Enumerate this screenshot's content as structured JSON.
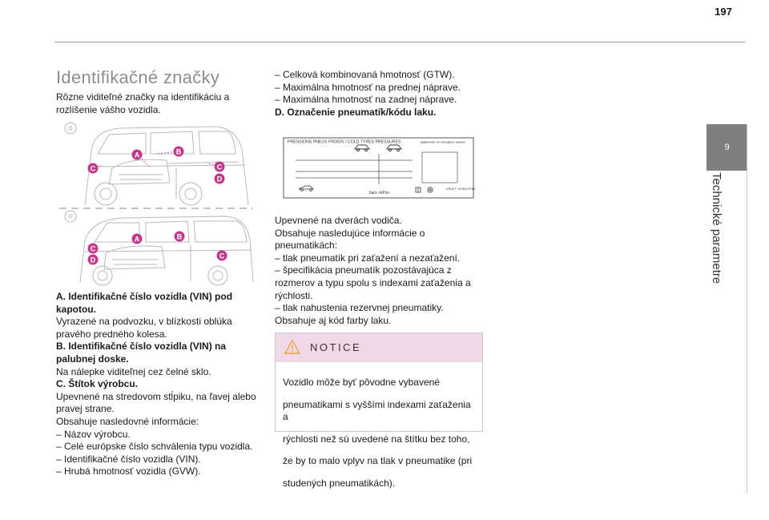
{
  "page": {
    "number": "197"
  },
  "side_tab": {
    "chapter": "9",
    "title": "Technické parametre"
  },
  "section": {
    "title": "Identifikačné značky",
    "intro": [
      "Rôzne viditeľné značky na identifikáciu a",
      "rozlíšenie vášho vozidla."
    ]
  },
  "figure_markers": {
    "a": "A",
    "b": "B",
    "c": "C",
    "d": "D"
  },
  "tyre_label": {
    "header": "PRESSIONS PNEUS FROIDS / COLD TYRES PRESSURES",
    "translation": "Давление на холодных шинах",
    "units": "bars  <kPa>",
    "code": "KSUFT CKSI8 9Y8C"
  },
  "left_column": [
    {
      "text": "A. Identifikačné číslo vozidla (VIN) pod",
      "bold": true
    },
    {
      "text": "kapotou.",
      "bold": true
    },
    {
      "text": " Vyrazené na podvozku, v blízkosti oblúka",
      "bold": false
    },
    {
      "text": "pravého predného kolesa.",
      "bold": false
    },
    {
      "text": "B. Identifikačné číslo vozidla (VIN) na",
      "bold": true
    },
    {
      "text": "palubnej doske.",
      "bold": true
    },
    {
      "text": "Na nálepke viditeľnej cez čelné sklo.",
      "bold": false
    },
    {
      "text": "C. Štítok výrobcu.",
      "bold": true
    },
    {
      "text": "Upevnené na stredovom stĺpiku, na ľavej alebo",
      "bold": false
    },
    {
      "text": "pravej strane.",
      "bold": false
    },
    {
      "text": "Obsahuje nasledovné informácie:",
      "bold": false
    },
    {
      "text": "–  Názov výrobcu.",
      "bold": false
    },
    {
      "text": "–  Celé európske číslo schválenia typu vozidla.",
      "bold": false
    },
    {
      "text": "–  Identifikačné číslo vozidla (VIN).",
      "bold": false
    },
    {
      "text": "–  Hrubá hmotnosť vozidla (GVW).",
      "bold": false
    }
  ],
  "right_column_top": [
    {
      "text": "–  Celková kombinovaná hmotnosť (GTW).",
      "bold": false
    },
    {
      "text": "–  Maximálna hmotnosť na prednej nápravе.",
      "bold": false
    },
    {
      "text": "–  Maximálna hmotnosť na zadnej náprave.",
      "bold": false
    },
    {
      "text": "D. Označenie pneumatík/kódu laku.",
      "bold": true
    }
  ],
  "right_column_mid": [
    {
      "text": "Upevnené na dverách vodiča.",
      "bold": false
    },
    {
      "text": "Obsahuje nasledujúce informácie o",
      "bold": false
    },
    {
      "text": "pneumatikách:",
      "bold": false
    },
    {
      "text": "–  tlak pneumatík pri zaťažení a nezaťažení.",
      "bold": false
    },
    {
      "text": "–  špecifikácia pneumatík pozostávajúca z",
      "bold": false
    },
    {
      "text": "rozmerov a typu spolu s indexami zaťaženia a",
      "bold": false
    },
    {
      "text": "rýchlosti.",
      "bold": false
    },
    {
      "text": "–  tlak nahustenia rezervnej pneumatiky.",
      "bold": false
    },
    {
      "text": "Obsahuje aj kód farby laku.",
      "bold": false
    }
  ],
  "notice": {
    "title": "NOTICE",
    "lines": [
      "Vozidlo môže byť pôvodne vybavené",
      "pneumatikami s vyššími indexami zaťaženia a",
      "rýchlosti než sú uvedené na štítku bez toho,",
      "že by to malo vplyv na tlak v pneumatike (pri",
      "studených pneumatikách)."
    ]
  },
  "colors": {
    "marker": "#c2388a",
    "notice_bg": "#f2d8e6",
    "tab_bg": "#7f7f7f",
    "title": "#8e8e8e"
  }
}
